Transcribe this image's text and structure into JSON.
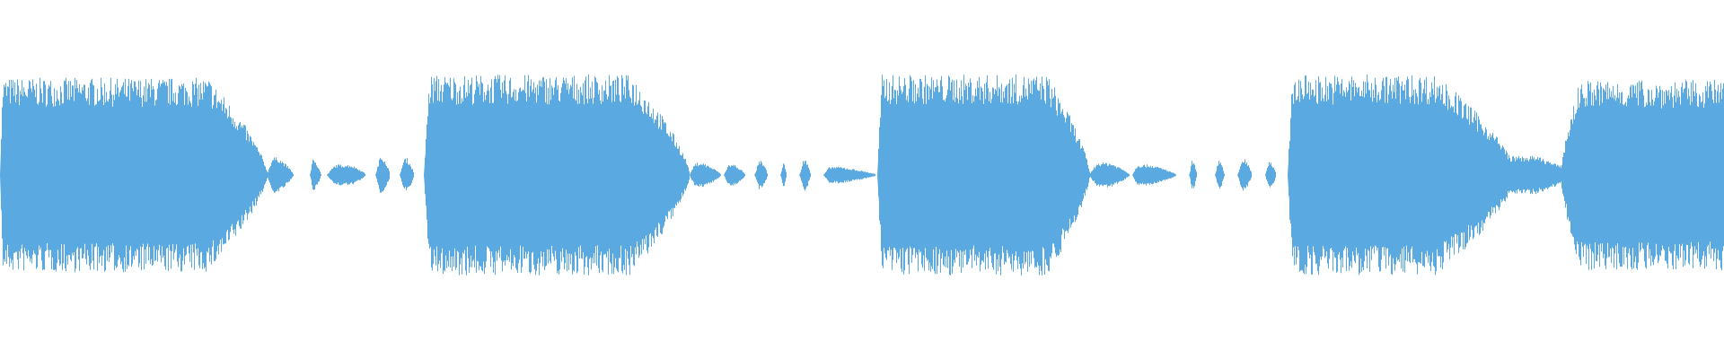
{
  "waveform": {
    "color": "#5aaae1",
    "segments": [
      {
        "start": 0.0,
        "end": 0.155,
        "level": 0.92,
        "attack": 0.01,
        "release": 0.22
      },
      {
        "start": 0.155,
        "end": 0.17,
        "level": 0.17,
        "attack": 0.2,
        "release": 0.6
      },
      {
        "start": 0.18,
        "end": 0.186,
        "level": 0.15,
        "attack": 0.2,
        "release": 0.6
      },
      {
        "start": 0.19,
        "end": 0.212,
        "level": 0.1,
        "attack": 0.2,
        "release": 0.4
      },
      {
        "start": 0.218,
        "end": 0.226,
        "level": 0.18,
        "attack": 0.3,
        "release": 0.5
      },
      {
        "start": 0.232,
        "end": 0.24,
        "level": 0.16,
        "attack": 0.3,
        "release": 0.5
      },
      {
        "start": 0.246,
        "end": 0.4,
        "level": 0.95,
        "attack": 0.02,
        "release": 0.22
      },
      {
        "start": 0.4,
        "end": 0.418,
        "level": 0.12,
        "attack": 0.2,
        "release": 0.6
      },
      {
        "start": 0.42,
        "end": 0.432,
        "level": 0.1,
        "attack": 0.2,
        "release": 0.5
      },
      {
        "start": 0.438,
        "end": 0.445,
        "level": 0.14,
        "attack": 0.3,
        "release": 0.5
      },
      {
        "start": 0.453,
        "end": 0.456,
        "level": 0.12,
        "attack": 0.3,
        "release": 0.5
      },
      {
        "start": 0.464,
        "end": 0.47,
        "level": 0.15,
        "attack": 0.3,
        "release": 0.5
      },
      {
        "start": 0.478,
        "end": 0.508,
        "level": 0.08,
        "attack": 0.1,
        "release": 0.7
      },
      {
        "start": 0.509,
        "end": 0.632,
        "level": 0.95,
        "attack": 0.02,
        "release": 0.2
      },
      {
        "start": 0.632,
        "end": 0.655,
        "level": 0.12,
        "attack": 0.2,
        "release": 0.5
      },
      {
        "start": 0.657,
        "end": 0.682,
        "level": 0.1,
        "attack": 0.1,
        "release": 0.6
      },
      {
        "start": 0.69,
        "end": 0.694,
        "level": 0.14,
        "attack": 0.3,
        "release": 0.5
      },
      {
        "start": 0.705,
        "end": 0.71,
        "level": 0.14,
        "attack": 0.3,
        "release": 0.5
      },
      {
        "start": 0.718,
        "end": 0.726,
        "level": 0.15,
        "attack": 0.3,
        "release": 0.5
      },
      {
        "start": 0.734,
        "end": 0.74,
        "level": 0.13,
        "attack": 0.3,
        "release": 0.5
      },
      {
        "start": 0.747,
        "end": 0.88,
        "level": 0.95,
        "attack": 0.02,
        "release": 0.35
      },
      {
        "start": 0.86,
        "end": 0.912,
        "level": 0.18,
        "attack": 0.3,
        "release": 0.4
      },
      {
        "start": 0.905,
        "end": 1.0,
        "level": 0.9,
        "attack": 0.12,
        "release": 0.0
      }
    ]
  }
}
